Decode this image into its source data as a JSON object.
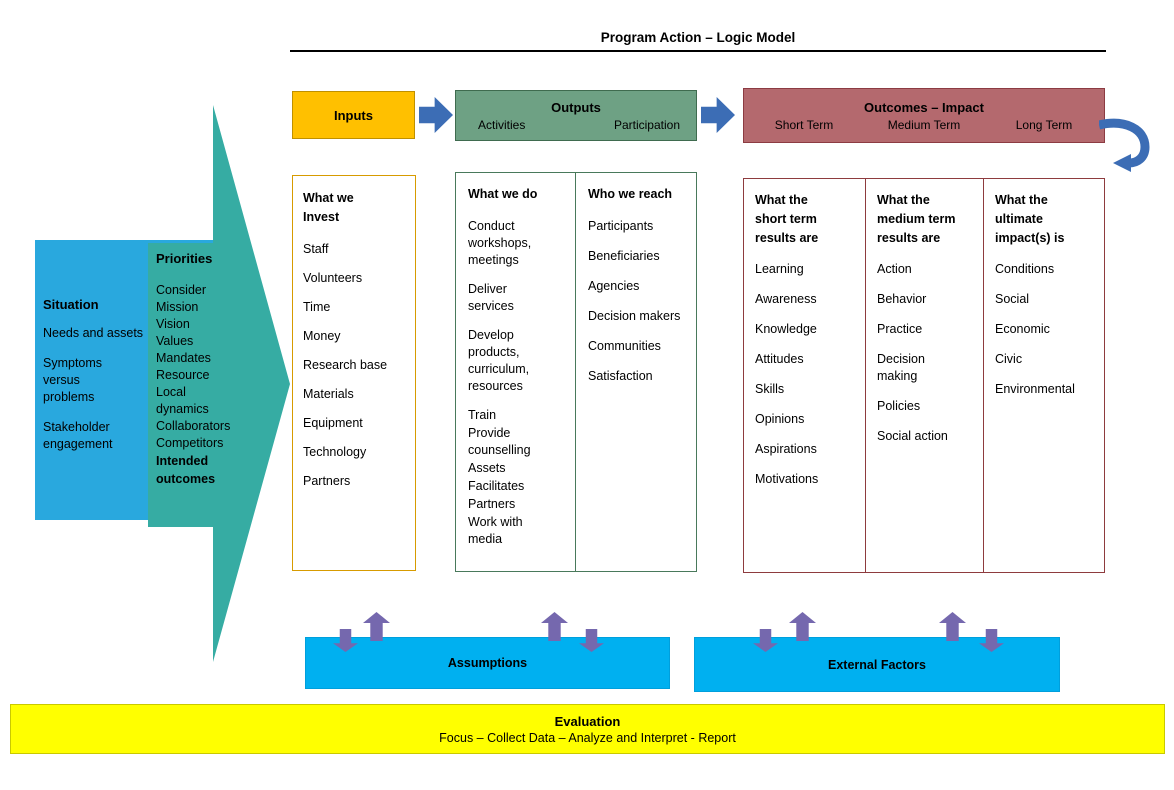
{
  "title": "Program Action – Logic Model",
  "colors": {
    "inputs": "#FFC000",
    "outputs": "#6EA184",
    "outcomes": "#B4696E",
    "situation_blue": "#29A8DE",
    "arrow_teal": "#36ACA3",
    "bottom_cyan": "#00B0F0",
    "evaluation_yellow": "#FFFF00",
    "flow_arrow_blue": "#3C6DB5",
    "exchange_arrow_purple": "#7568AE"
  },
  "headers": {
    "inputs": {
      "label": "Inputs"
    },
    "outputs": {
      "label": "Outputs",
      "sub": [
        "Activities",
        "Participation"
      ]
    },
    "outcomes": {
      "label": "Outcomes – Impact",
      "sub": [
        "Short Term",
        "Medium Term",
        "Long Term"
      ]
    }
  },
  "situation": {
    "title": "Situation",
    "items": [
      "Needs and assets",
      "Symptoms\nversus\nproblems",
      "Stakeholder engagement"
    ]
  },
  "priorities": {
    "title": "Priorities",
    "items": [
      "Consider Mission",
      "Vision",
      "Values",
      "Mandates",
      "Resource",
      "Local dynamics",
      "Collaborators",
      "Competitors"
    ],
    "bold_item": "Intended outcomes"
  },
  "columns": {
    "invest": {
      "heading": "What we Invest",
      "items": [
        "Staff",
        "Volunteers",
        "Time",
        "Money",
        "Research base",
        "Materials",
        "Equipment",
        "Technology",
        "Partners"
      ]
    },
    "what_we_do": {
      "heading": "What we do",
      "items": [
        "Conduct workshops, meetings",
        "Deliver services",
        "Develop products, curriculum, resources",
        "Train",
        "Provide counselling",
        "Assets",
        "Facilitates",
        "Partners",
        "Work with media"
      ]
    },
    "who_we_reach": {
      "heading": "Who we reach",
      "items": [
        "Participants",
        "Beneficiaries",
        "Agencies",
        "Decision makers",
        "Communities",
        "Satisfaction"
      ]
    },
    "short_term": {
      "heading": "What the short term results are",
      "items": [
        "Learning",
        "Awareness",
        "Knowledge",
        "Attitudes",
        "Skills",
        "Opinions",
        "Aspirations",
        "Motivations"
      ]
    },
    "medium_term": {
      "heading": "What the medium term results are",
      "items": [
        "Action",
        "Behavior",
        "Practice",
        "Decision making",
        "Policies",
        "Social action"
      ]
    },
    "ultimate": {
      "heading": "What the ultimate impact(s) is",
      "items": [
        "Conditions",
        "Social",
        "Economic",
        "Civic",
        "Environmental"
      ]
    }
  },
  "bottom": {
    "assumptions": "Assumptions",
    "external_factors": "External Factors",
    "evaluation_title": "Evaluation",
    "evaluation_subtitle": "Focus – Collect Data – Analyze and Interpret - Report"
  }
}
